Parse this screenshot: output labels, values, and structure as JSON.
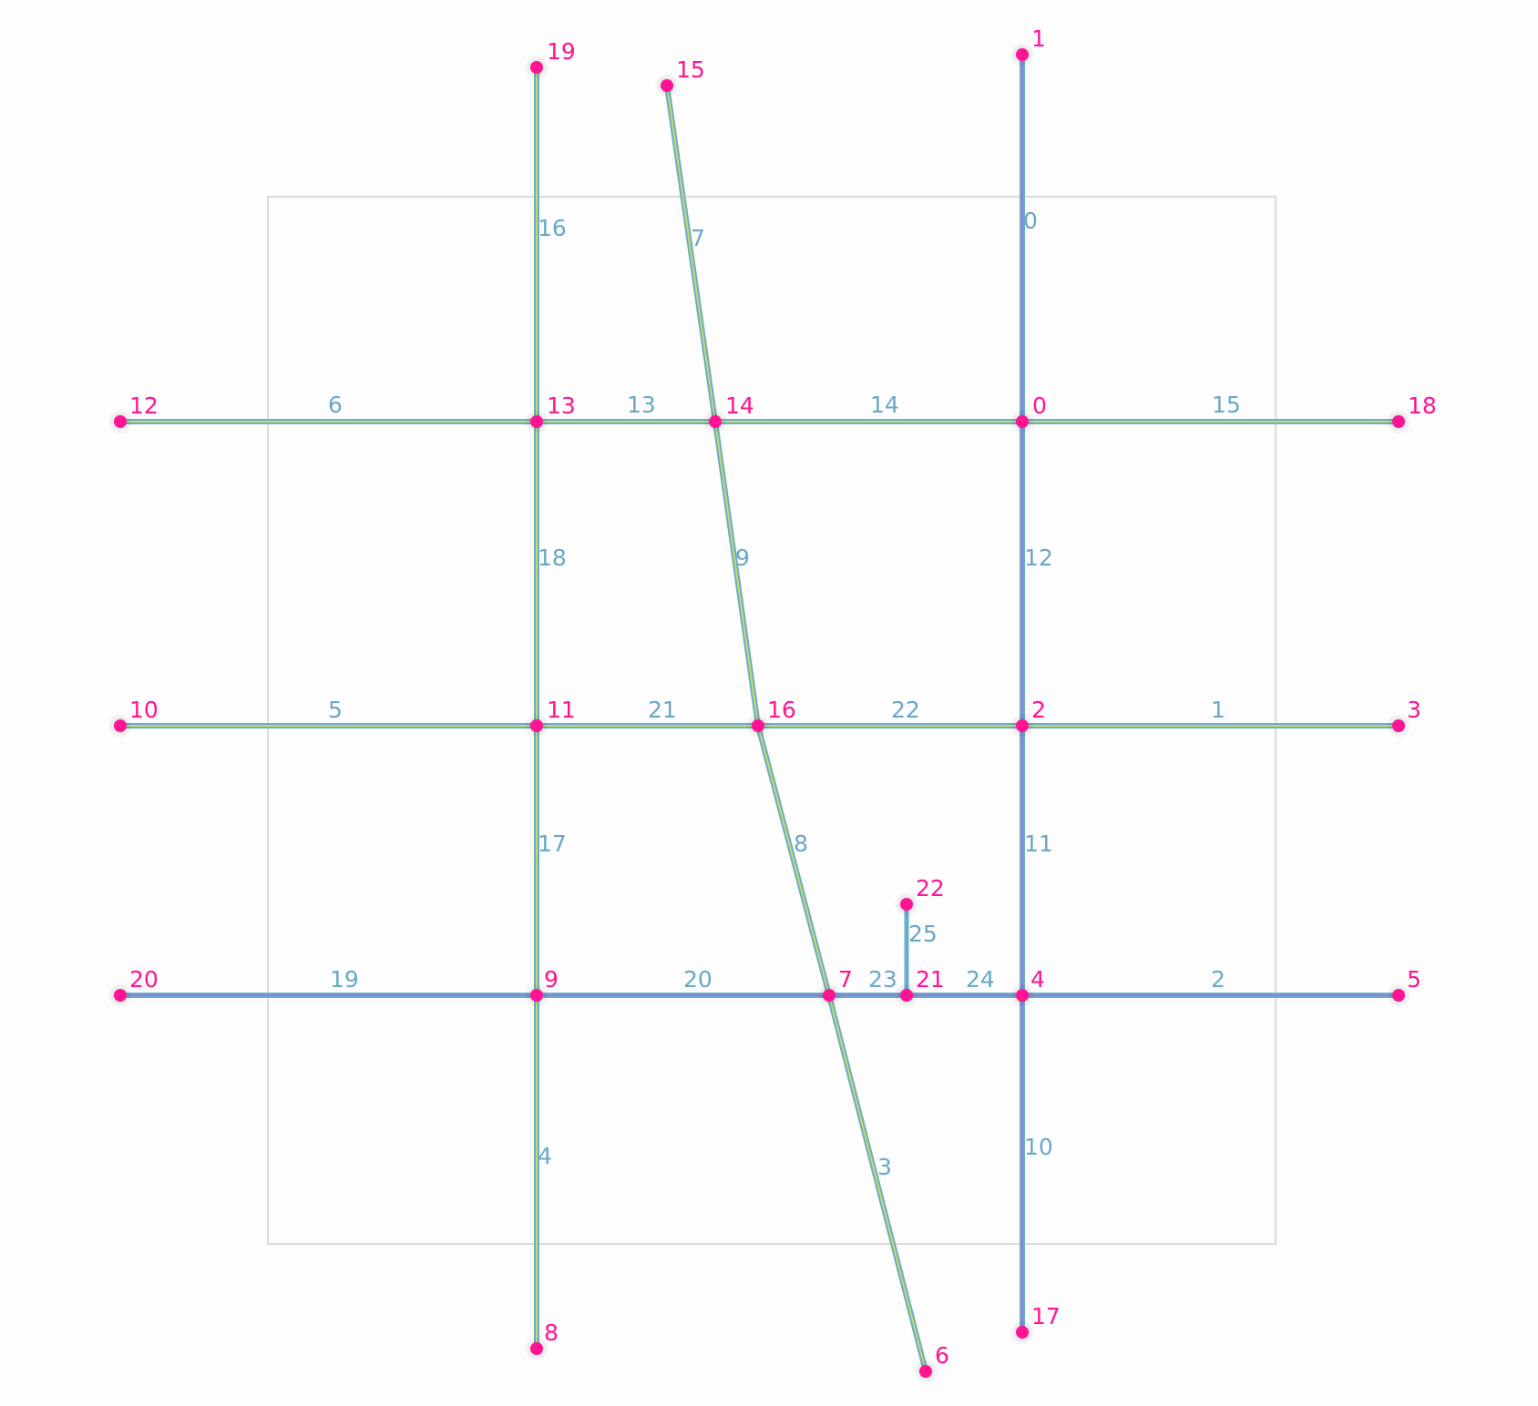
{
  "colors": {
    "background": "#fdfdfd",
    "frame": "#b8b8b8",
    "edge_outer": "#6aaec8",
    "edge_inner_a": "#c8d86a",
    "edge_inner_b": "#8f7fe0",
    "edge_label": "#6aa8c4",
    "node": "#ff1493",
    "node_label": "#ff1493"
  },
  "nodes": [
    {
      "id": "0",
      "label": "0"
    },
    {
      "id": "1",
      "label": "1"
    },
    {
      "id": "2",
      "label": "2"
    },
    {
      "id": "3",
      "label": "3"
    },
    {
      "id": "4",
      "label": "4"
    },
    {
      "id": "5",
      "label": "5"
    },
    {
      "id": "6",
      "label": "6"
    },
    {
      "id": "7",
      "label": "7"
    },
    {
      "id": "8",
      "label": "8"
    },
    {
      "id": "9",
      "label": "9"
    },
    {
      "id": "10",
      "label": "10"
    },
    {
      "id": "11",
      "label": "11"
    },
    {
      "id": "12",
      "label": "12"
    },
    {
      "id": "13",
      "label": "13"
    },
    {
      "id": "14",
      "label": "14"
    },
    {
      "id": "15",
      "label": "15"
    },
    {
      "id": "16",
      "label": "16"
    },
    {
      "id": "17",
      "label": "17"
    },
    {
      "id": "18",
      "label": "18"
    },
    {
      "id": "19",
      "label": "19"
    },
    {
      "id": "20",
      "label": "20"
    },
    {
      "id": "21",
      "label": "21"
    },
    {
      "id": "22",
      "label": "22"
    }
  ],
  "edges": [
    {
      "label": "0",
      "from": "0",
      "to": "1",
      "inner": "b"
    },
    {
      "label": "1",
      "from": "2",
      "to": "3",
      "inner": "a"
    },
    {
      "label": "2",
      "from": "4",
      "to": "5",
      "inner": "b"
    },
    {
      "label": "3",
      "from": "7",
      "to": "6",
      "inner": "a"
    },
    {
      "label": "4",
      "from": "9",
      "to": "8",
      "inner": "a"
    },
    {
      "label": "5",
      "from": "10",
      "to": "11",
      "inner": "a"
    },
    {
      "label": "6",
      "from": "12",
      "to": "13",
      "inner": "a"
    },
    {
      "label": "7",
      "from": "14",
      "to": "15",
      "inner": "a"
    },
    {
      "label": "8",
      "from": "16",
      "to": "7",
      "inner": "a"
    },
    {
      "label": "9",
      "from": "14",
      "to": "16",
      "inner": "a"
    },
    {
      "label": "10",
      "from": "4",
      "to": "17",
      "inner": "b"
    },
    {
      "label": "11",
      "from": "2",
      "to": "4",
      "inner": "b"
    },
    {
      "label": "12",
      "from": "0",
      "to": "2",
      "inner": "b"
    },
    {
      "label": "13",
      "from": "13",
      "to": "14",
      "inner": "a"
    },
    {
      "label": "14",
      "from": "14",
      "to": "0",
      "inner": "a"
    },
    {
      "label": "15",
      "from": "0",
      "to": "18",
      "inner": "a"
    },
    {
      "label": "16",
      "from": "13",
      "to": "19",
      "inner": "a"
    },
    {
      "label": "17",
      "from": "11",
      "to": "9",
      "inner": "a"
    },
    {
      "label": "18",
      "from": "13",
      "to": "11",
      "inner": "a"
    },
    {
      "label": "19",
      "from": "20",
      "to": "9",
      "inner": "b"
    },
    {
      "label": "20",
      "from": "9",
      "to": "7",
      "inner": "b"
    },
    {
      "label": "21",
      "from": "11",
      "to": "16",
      "inner": "a"
    },
    {
      "label": "22",
      "from": "16",
      "to": "2",
      "inner": "a"
    },
    {
      "label": "23",
      "from": "7",
      "to": "21",
      "inner": "b"
    },
    {
      "label": "24",
      "from": "21",
      "to": "4",
      "inner": "b"
    },
    {
      "label": "25",
      "from": "21",
      "to": "22",
      "inner": "none"
    }
  ]
}
